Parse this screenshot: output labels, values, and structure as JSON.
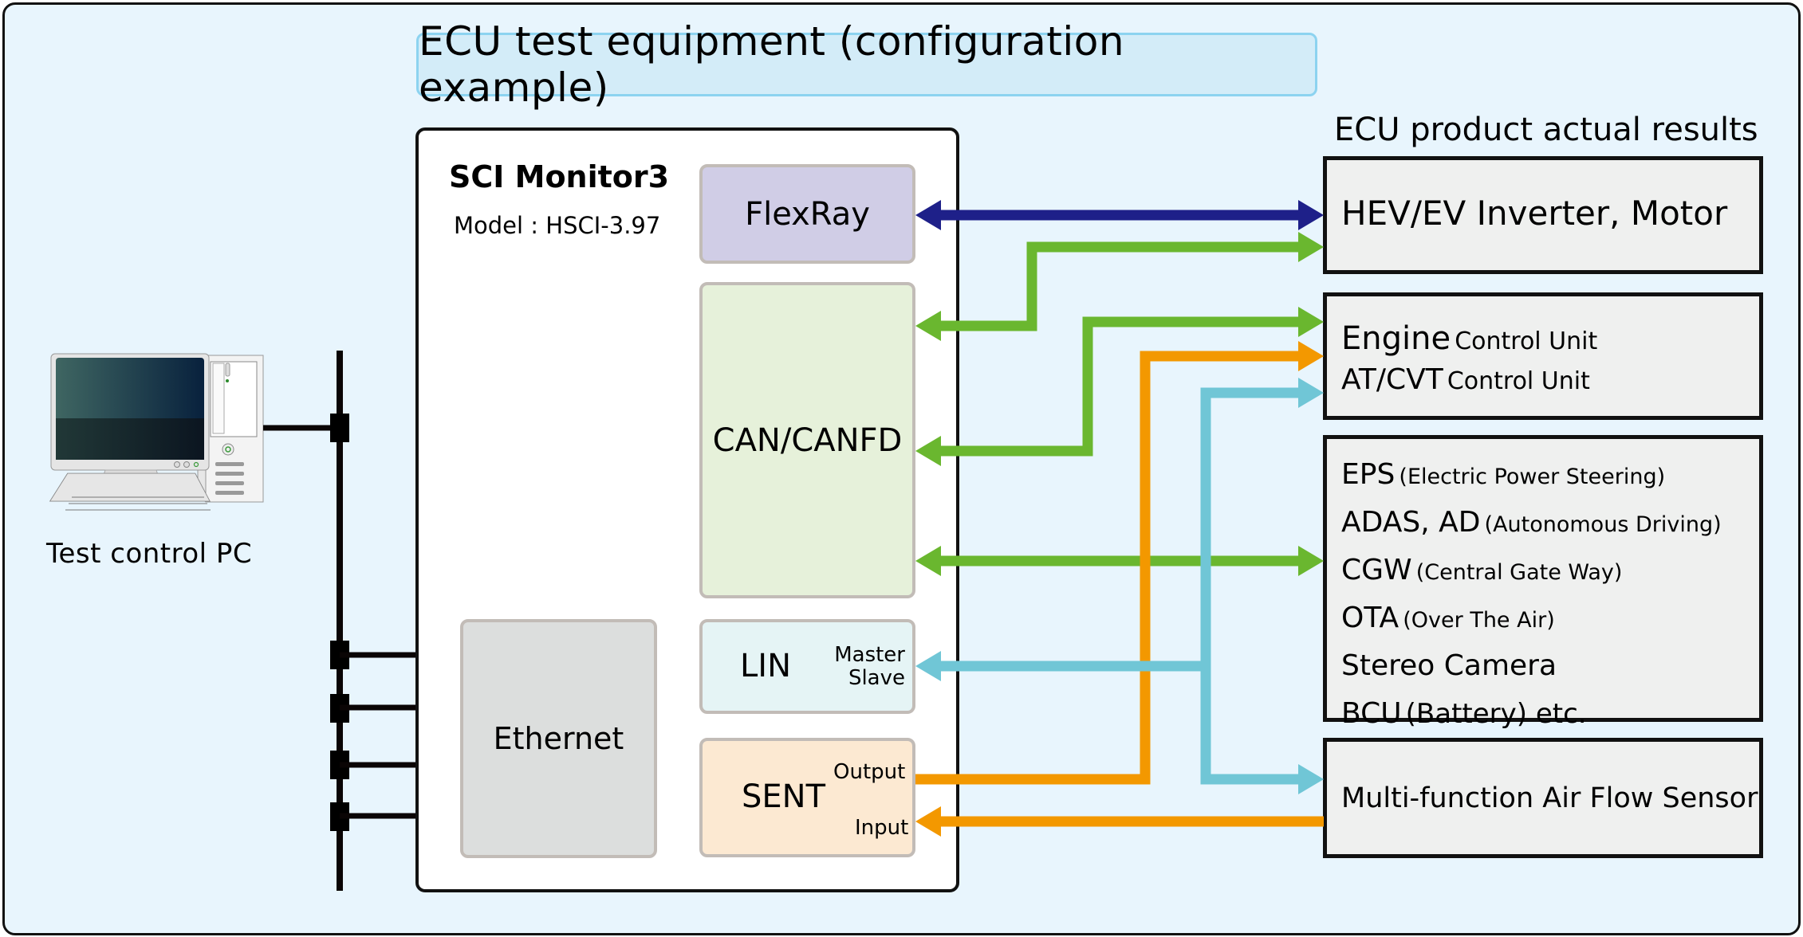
{
  "title": "ECU test equipment (configuration example)",
  "pc": {
    "label": "Test control PC",
    "icon": "desktop-computer-icon"
  },
  "monitor": {
    "name": "SCI Monitor3",
    "model": "Model : HSCI-3.97",
    "modules": {
      "flexray": "FlexRay",
      "can": "CAN/CANFD",
      "lin": {
        "label": "LIN",
        "sub1": "Master",
        "sub2": "Slave"
      },
      "sent": {
        "label": "SENT",
        "output": "Output",
        "input": "Input"
      },
      "ethernet": "Ethernet"
    }
  },
  "results": {
    "heading": "ECU product actual results",
    "hev": "HEV/EV Inverter, Motor",
    "engine": [
      {
        "main": "Engine",
        "sub": "Control Unit"
      },
      {
        "main": "AT/CVT",
        "sub": "Control Unit"
      }
    ],
    "eps": [
      {
        "main": "EPS",
        "sub": "(Electric Power Steering)"
      },
      {
        "main": "ADAS, AD",
        "sub": "(Autonomous Driving)"
      },
      {
        "main": "CGW",
        "sub": "(Central Gate Way)"
      },
      {
        "main": "OTA",
        "sub": "(Over The Air)"
      },
      {
        "main": "Stereo Camera",
        "sub": ""
      },
      {
        "main": "BCU",
        "sub": "(Battery) etc."
      }
    ],
    "airflow": "Multi-function Air Flow Sensor"
  },
  "colors": {
    "flexray": "#1e2089",
    "can": "#6ab72f",
    "lin": "#70c6d6",
    "sent": "#f39800",
    "bus": "#0a0505"
  }
}
